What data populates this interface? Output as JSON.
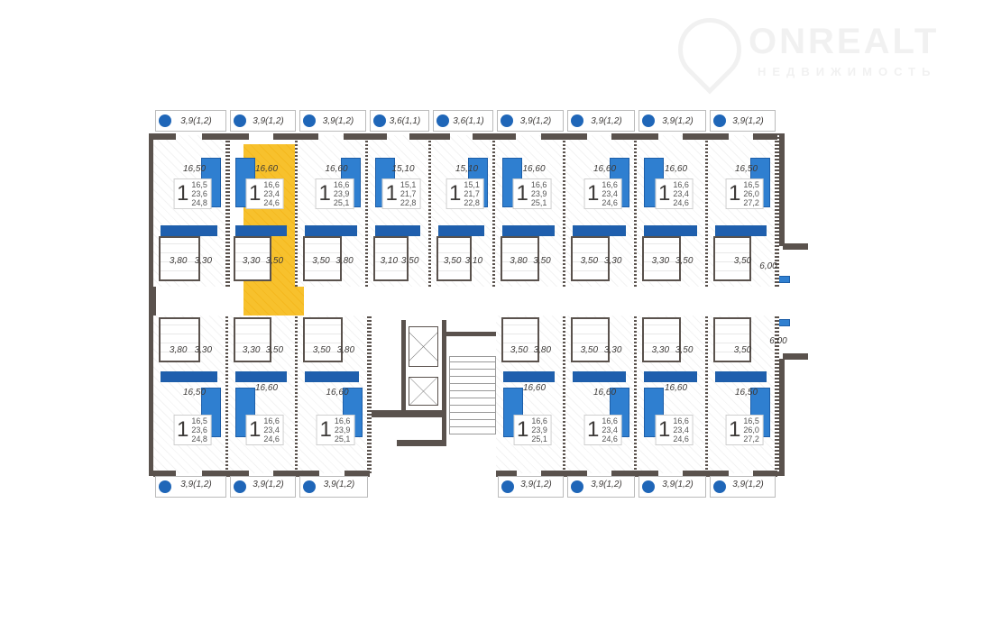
{
  "logo": {
    "name": "ONREALT",
    "tagline": "НЕДВИЖИМОСТЬ"
  },
  "colors": {
    "wall": "#5a524d",
    "furniture": "#2f7fd0",
    "highlight": "#f7c12d"
  },
  "top_units": [
    {
      "rooms": "1",
      "living": "16,50",
      "summary": [
        "16,5",
        "23,6",
        "24,8"
      ],
      "small_rooms": [
        "3,80",
        "3,30"
      ],
      "balcony": "3,9(1,2)"
    },
    {
      "rooms": "1",
      "living": "16,60",
      "summary": [
        "16,6",
        "23,4",
        "24,6"
      ],
      "small_rooms": [
        "3,30",
        "3,50"
      ],
      "balcony": "3,9(1,2)",
      "highlighted": true
    },
    {
      "rooms": "1",
      "living": "16,60",
      "summary": [
        "16,6",
        "23,9",
        "25,1"
      ],
      "small_rooms": [
        "3,50",
        "3,80"
      ],
      "balcony": "3,9(1,2)"
    },
    {
      "rooms": "1",
      "living": "15,10",
      "summary": [
        "15,1",
        "21,7",
        "22,8"
      ],
      "small_rooms": [
        "3,10",
        "3,50"
      ],
      "balcony": "3,6(1,1)"
    },
    {
      "rooms": "1",
      "living": "15,10",
      "summary": [
        "15,1",
        "21,7",
        "22,8"
      ],
      "small_rooms": [
        "3,50",
        "3,10"
      ],
      "balcony": "3,6(1,1)"
    },
    {
      "rooms": "1",
      "living": "16,60",
      "summary": [
        "16,6",
        "23,9",
        "25,1"
      ],
      "small_rooms": [
        "3,80",
        "3,50"
      ],
      "balcony": "3,9(1,2)"
    },
    {
      "rooms": "1",
      "living": "16,60",
      "summary": [
        "16,6",
        "23,4",
        "24,6"
      ],
      "small_rooms": [
        "3,50",
        "3,30"
      ],
      "balcony": "3,9(1,2)"
    },
    {
      "rooms": "1",
      "living": "16,60",
      "summary": [
        "16,6",
        "23,4",
        "24,6"
      ],
      "small_rooms": [
        "3,30",
        "3,50"
      ],
      "balcony": "3,9(1,2)"
    },
    {
      "rooms": "1",
      "living": "16,50",
      "summary": [
        "16,5",
        "26,0",
        "27,2"
      ],
      "small_rooms": [
        "3,50"
      ],
      "balcony": "3,9(1,2)"
    }
  ],
  "bottom_units": [
    {
      "rooms": "1",
      "living": "16,50",
      "summary": [
        "16,5",
        "23,6",
        "24,8"
      ],
      "small_rooms": [
        "3,80",
        "3,30"
      ],
      "balcony": "3,9(1,2)"
    },
    {
      "rooms": "1",
      "living": "16,60",
      "summary": [
        "16,6",
        "23,4",
        "24,6"
      ],
      "small_rooms": [
        "3,30",
        "3,50"
      ],
      "balcony": "3,9(1,2)"
    },
    {
      "rooms": "1",
      "living": "16,60",
      "summary": [
        "16,6",
        "23,9",
        "25,1"
      ],
      "small_rooms": [
        "3,50",
        "3,80"
      ],
      "balcony": "3,9(1,2)"
    },
    {
      "rooms": "1",
      "living": "16,60",
      "summary": [
        "16,6",
        "23,9",
        "25,1"
      ],
      "small_rooms": [
        "3,50",
        "3,80"
      ],
      "balcony": "3,9(1,2)"
    },
    {
      "rooms": "1",
      "living": "16,60",
      "summary": [
        "16,6",
        "23,4",
        "24,6"
      ],
      "small_rooms": [
        "3,50",
        "3,30"
      ],
      "balcony": "3,9(1,2)"
    },
    {
      "rooms": "1",
      "living": "16,60",
      "summary": [
        "16,6",
        "23,4",
        "24,6"
      ],
      "small_rooms": [
        "3,30",
        "3,50"
      ],
      "balcony": "3,9(1,2)"
    },
    {
      "rooms": "1",
      "living": "16,50",
      "summary": [
        "16,5",
        "26,0",
        "27,2"
      ],
      "small_rooms": [
        "3,50"
      ],
      "balcony": "3,9(1,2)"
    }
  ],
  "side_rooms": {
    "top": "6,00",
    "bottom": "6,00"
  }
}
